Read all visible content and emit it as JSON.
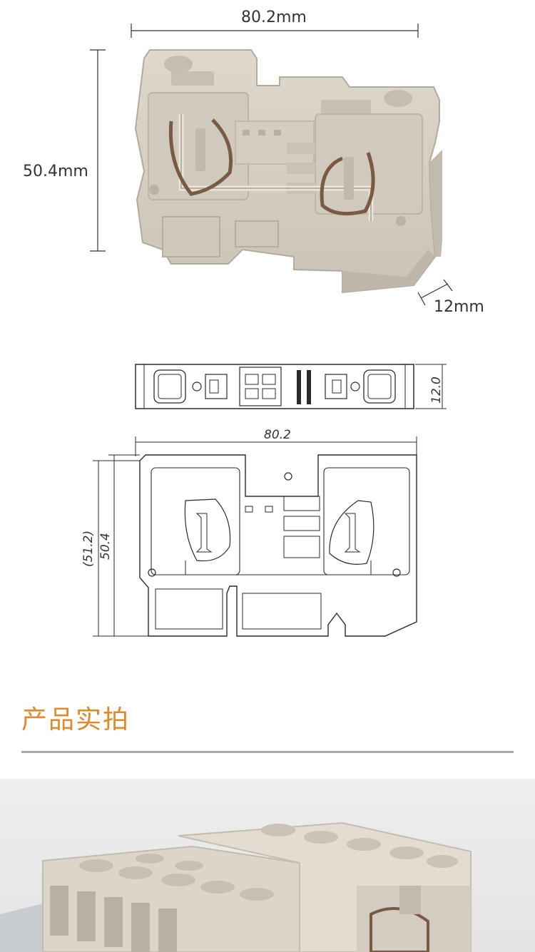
{
  "product_view": {
    "width_label": "80.2mm",
    "height_label": "50.4mm",
    "depth_label": "12mm",
    "body_color": "#d6cfc3",
    "shadow_color": "#bdb5a8",
    "metal_color": "#7a5a45"
  },
  "drawing": {
    "top_depth": "12.0",
    "width": "80.2",
    "height_total": "(51.2)",
    "height": "50.4",
    "line_color": "#2b2b2b"
  },
  "section": {
    "title": "产品实拍",
    "accent_color": "#e08a2a"
  }
}
